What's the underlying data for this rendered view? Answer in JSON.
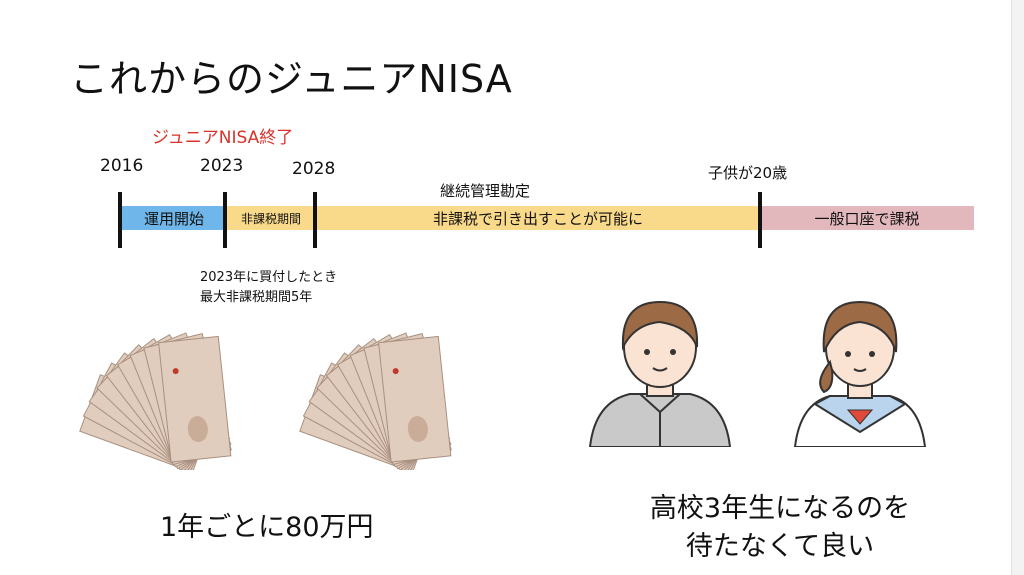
{
  "slide": {
    "title": "これからのジュニアNISA",
    "junior_end_label": "ジュニアNISA終了",
    "years": [
      "2016",
      "2023",
      "2028"
    ],
    "above_bar_label": "継続管理勘定",
    "age_label": "子供が20歳",
    "segments": {
      "operation": "運用開始",
      "taxfree": "非課税期間",
      "withdraw": "非課税で引き出すことが可能に",
      "general": "一般口座で課税"
    },
    "note_line1": "2023年に買付したとき",
    "note_line2": "最大非課税期間5年",
    "money_caption": "1年ごとに80万円",
    "students_caption_line1": "高校3年生になるのを",
    "students_caption_line2": "待たなくて良い"
  },
  "colors": {
    "segment_blue": "#6fb7ea",
    "segment_yellow": "#f9d98a",
    "segment_pink": "#e2b8bd",
    "accent_red": "#d9322a",
    "banknote": "#e1cdbd"
  }
}
